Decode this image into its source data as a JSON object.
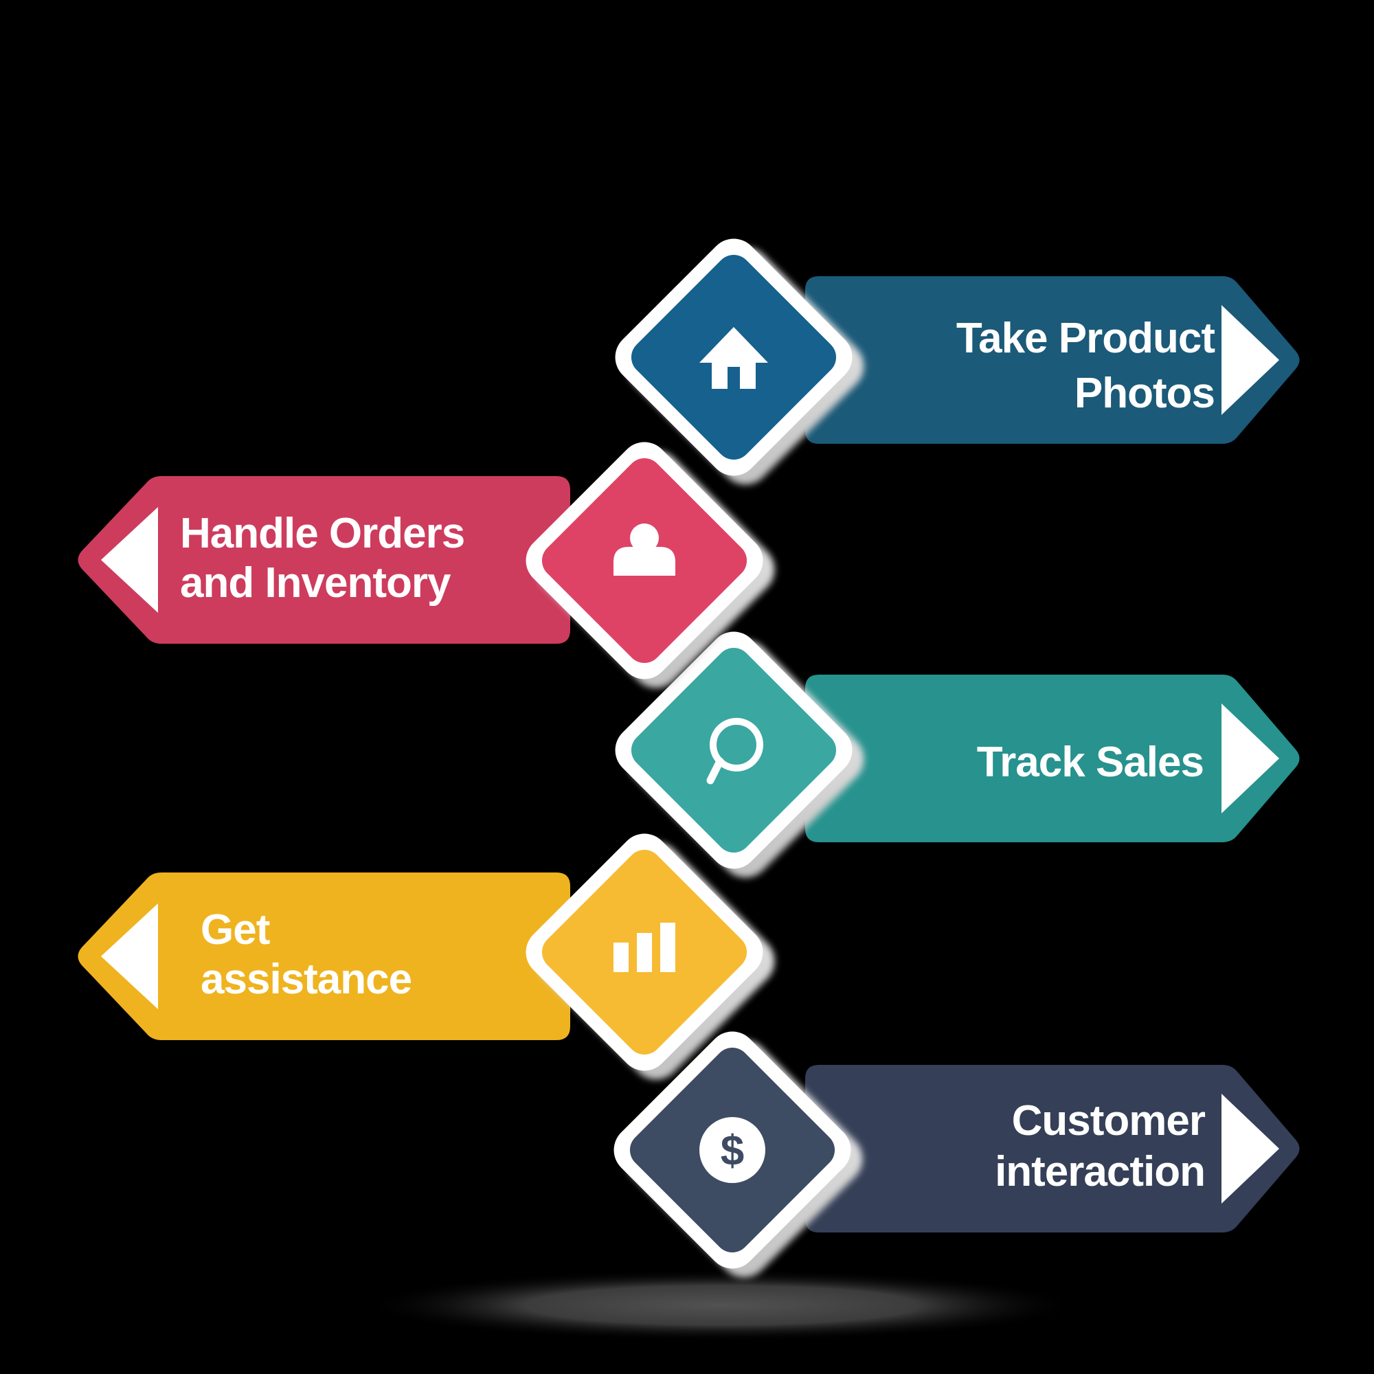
{
  "background_color": "#000000",
  "text_color": "#ffffff",
  "arrow_color": "#ffffff",
  "diamond_border_color": "#ffffff",
  "steps": [
    {
      "id": 1,
      "side": "right",
      "icon": "home-icon",
      "label_lines": [
        "Take Product",
        "Photos"
      ],
      "banner_color": "#1b5a78",
      "diamond_color": "#16618e"
    },
    {
      "id": 2,
      "side": "left",
      "icon": "person-icon",
      "label_lines": [
        "Handle Orders",
        "and Inventory"
      ],
      "banner_color": "#cd3c5d",
      "diamond_color": "#de4365"
    },
    {
      "id": 3,
      "side": "right",
      "icon": "search-icon",
      "label_lines": [
        "Track Sales"
      ],
      "banner_color": "#27928e",
      "diamond_color": "#3aa7a1"
    },
    {
      "id": 4,
      "side": "left",
      "icon": "bar-chart-icon",
      "label_lines": [
        "Get",
        "assistance"
      ],
      "banner_color": "#efb31f",
      "diamond_color": "#f6bb32"
    },
    {
      "id": 5,
      "side": "right",
      "icon": "dollar-icon",
      "icon_glyph": "$",
      "label_lines": [
        "Customer",
        "interaction"
      ],
      "banner_color": "#353f57",
      "diamond_color": "#3d4b63"
    }
  ]
}
